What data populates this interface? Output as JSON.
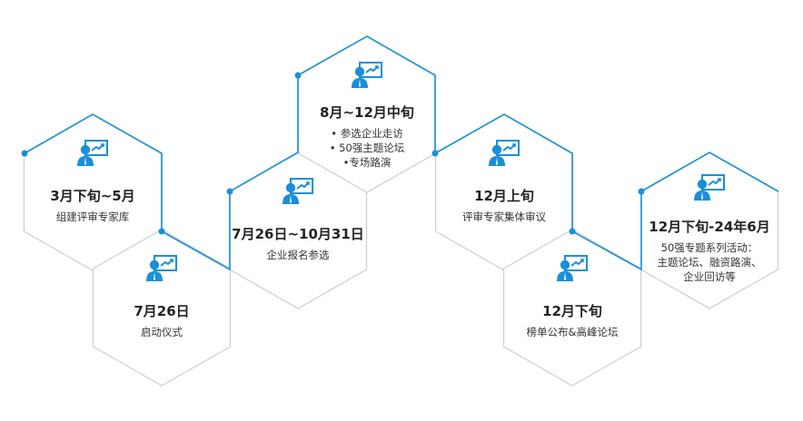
{
  "colors": {
    "accent": "#1a8fd8",
    "hex_border": "#cfcfcf",
    "text": "#222222"
  },
  "steps": [
    {
      "icon": "presenter-icon",
      "title": "3月下旬~5月",
      "lines": [
        "组建评审专家库"
      ]
    },
    {
      "icon": "presenter-icon",
      "title": "7月26日",
      "lines": [
        "启动仪式"
      ]
    },
    {
      "icon": "presenter-icon",
      "title": "7月26日~10月31日",
      "lines": [
        "企业报名参选"
      ]
    },
    {
      "icon": "presenter-icon",
      "title": "8月~12月中旬",
      "lines": [
        "• 参选企业走访",
        "• 50强主题论坛",
        "•专场路演"
      ]
    },
    {
      "icon": "presenter-icon",
      "title": "12月上旬",
      "lines": [
        "评审专家集体审议"
      ]
    },
    {
      "icon": "presenter-icon",
      "title": "12月下旬",
      "lines": [
        "榜单公布&高峰论坛"
      ]
    },
    {
      "icon": "presenter-icon",
      "title": "12月下旬-24年6月",
      "lines": [
        "50强专题系列活动：",
        "主题论坛、融资路演、",
        "企业回访等"
      ]
    }
  ]
}
